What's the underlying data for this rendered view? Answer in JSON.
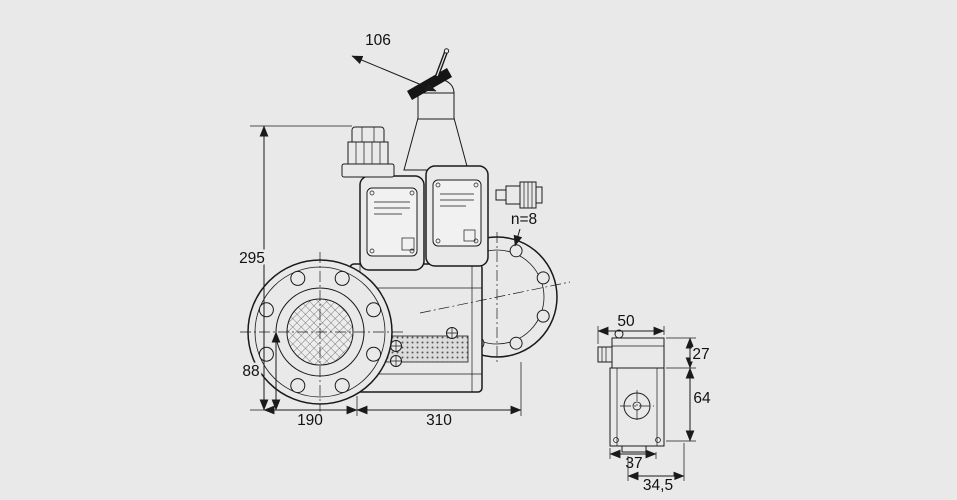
{
  "colors": {
    "background": "#e9e9e9",
    "line": "#1a1a1a"
  },
  "main_view": {
    "label_actuator_width": "106",
    "label_total_height": "295",
    "label_axis_height": "88",
    "label_inlet_width": "190",
    "label_overall_length": "310",
    "label_bolt_count": "n=8"
  },
  "side_view": {
    "label_coil_width": "50",
    "label_connector_height": "27",
    "label_body_height": "64",
    "label_body_width": "37",
    "label_depth": "34,5"
  }
}
